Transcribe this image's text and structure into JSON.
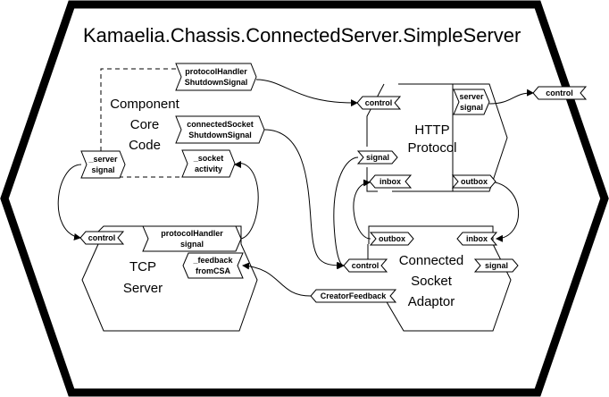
{
  "title": "Kamaelia.Chassis.ConnectedServer.SimpleServer",
  "components": {
    "core": {
      "lines": [
        "Component",
        "Core",
        "Code"
      ]
    },
    "http": {
      "lines": [
        "HTTP",
        "Protocol"
      ]
    },
    "tcp": {
      "lines": [
        "TCP",
        "Server"
      ]
    },
    "csa": {
      "lines": [
        "Connected",
        "Socket",
        "Adaptor"
      ]
    }
  },
  "boxes": {
    "core_protocolHandler_shutdown": [
      "protocolHandler",
      "ShutdownSignal"
    ],
    "core_connectedSocket_shutdown": [
      "connectedSocket",
      "ShutdownSignal"
    ],
    "core_socket_activity": [
      "_socket",
      "activity"
    ],
    "core_server_signal": [
      "_server",
      "signal"
    ],
    "http_control": [
      "control"
    ],
    "http_server_signal": [
      "server",
      "signal"
    ],
    "http_signal": [
      "signal"
    ],
    "http_inbox": [
      "inbox"
    ],
    "http_outbox": [
      "outbox"
    ],
    "outer_control": [
      "control"
    ],
    "tcp_control": [
      "control"
    ],
    "tcp_protocolHandler_signal": [
      "protocolHandler",
      "signal"
    ],
    "tcp_feedback_fromCSA": [
      "_feedback",
      "fromCSA"
    ],
    "csa_outbox": [
      "outbox"
    ],
    "csa_inbox": [
      "inbox"
    ],
    "csa_control": [
      "control"
    ],
    "csa_signal": [
      "signal"
    ],
    "csa_creatorFeedback": [
      "CreatorFeedback"
    ]
  },
  "colors": {
    "stroke": "#000000",
    "background": "#ffffff"
  }
}
